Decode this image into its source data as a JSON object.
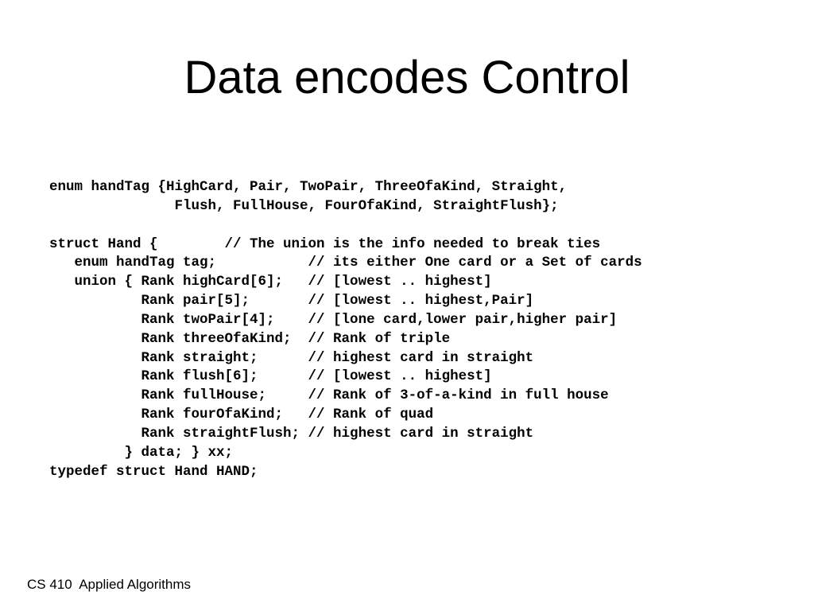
{
  "slide": {
    "title": "Data encodes Control",
    "footer": "CS 410  Applied Algorithms",
    "code_lines": [
      "enum handTag {HighCard, Pair, TwoPair, ThreeOfaKind, Straight,",
      "               Flush, FullHouse, FourOfaKind, StraightFlush};",
      "",
      "struct Hand {        // The union is the info needed to break ties",
      "   enum handTag tag;           // its either One card or a Set of cards",
      "   union { Rank highCard[6];   // [lowest .. highest]",
      "           Rank pair[5];       // [lowest .. highest,Pair]",
      "           Rank twoPair[4];    // [lone card,lower pair,higher pair]",
      "           Rank threeOfaKind;  // Rank of triple",
      "           Rank straight;      // highest card in straight",
      "           Rank flush[6];      // [lowest .. highest]",
      "           Rank fullHouse;     // Rank of 3-of-a-kind in full house",
      "           Rank fourOfaKind;   // Rank of quad",
      "           Rank straightFlush; // highest card in straight",
      "         } data; } xx;",
      "typedef struct Hand HAND;"
    ]
  }
}
